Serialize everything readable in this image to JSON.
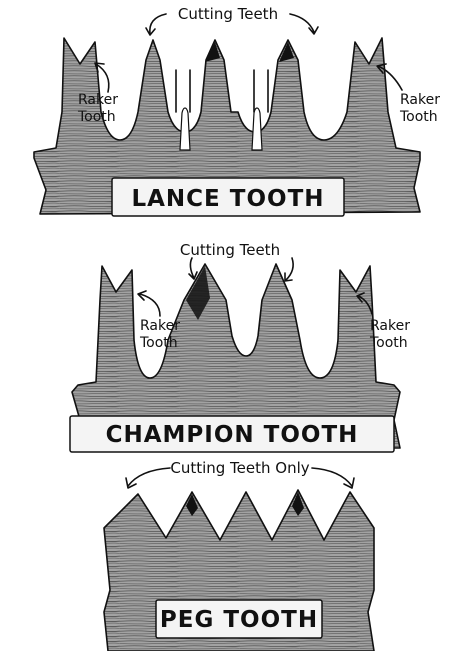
{
  "diagrams": [
    {
      "title": "LANCE TOOTH",
      "cutting_label": "Cutting Teeth",
      "raker_left": [
        "Raker",
        "Tooth"
      ],
      "raker_right": [
        "Raker",
        "Tooth"
      ]
    },
    {
      "title": "CHAMPION TOOTH",
      "cutting_label": "Cutting Teeth",
      "raker_left": [
        "Raker",
        "Tooth"
      ],
      "raker_right": [
        "Raker",
        "Tooth"
      ]
    },
    {
      "title": "PEG TOOTH",
      "cutting_label": "Cutting Teeth Only"
    }
  ],
  "colors": {
    "ink": "#111111",
    "wood": "#8a8a8a",
    "plate": "#f4f4f4",
    "paper": "#ffffff"
  }
}
